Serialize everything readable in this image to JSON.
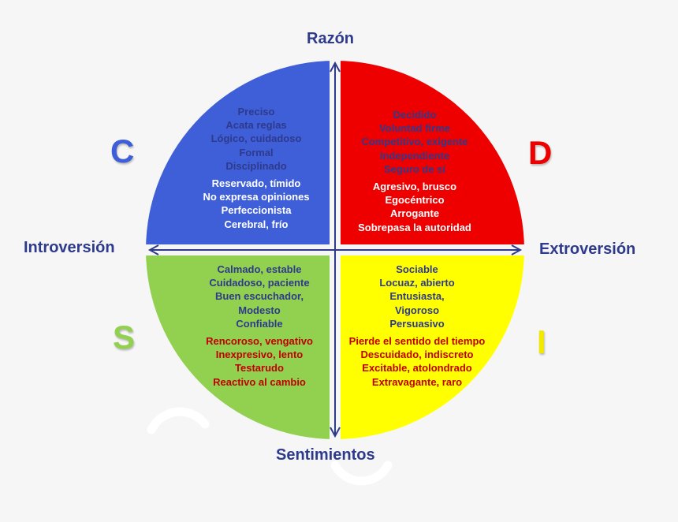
{
  "axes": {
    "top": "Razón",
    "bottom": "Sentimientos",
    "left": "Introversión",
    "right": "Extroversión"
  },
  "letters": {
    "c": "C",
    "d": "D",
    "s": "S",
    "i": "I"
  },
  "colors": {
    "c_quadrant": "#3f5fd8",
    "d_quadrant": "#ee0000",
    "s_quadrant": "#92d050",
    "i_quadrant": "#ffff00",
    "axis_text": "#2e3a8c",
    "letter_c": "#3f5fd8",
    "letter_d": "#ee0000",
    "letter_s": "#92d050",
    "letter_i": "#f2e800"
  },
  "quadrants": {
    "c": {
      "traits": [
        "Preciso",
        "Acata reglas",
        "Lógico, cuidadoso",
        "Formal",
        "Disciplinado"
      ],
      "weaknesses": [
        "Reservado, tímido",
        "No expresa opiniones",
        "Perfeccionista",
        "Cerebral, frío"
      ]
    },
    "d": {
      "traits": [
        "Decidido",
        "Voluntad firme",
        "Competitivo, exigente",
        "Independiente",
        "Seguro de sí"
      ],
      "weaknesses": [
        "Agresivo, brusco",
        "Egocéntrico",
        "Arrogante",
        "Sobrepasa la autoridad"
      ]
    },
    "s": {
      "traits": [
        "Calmado, estable",
        "Cuidadoso, paciente",
        "Buen escuchador,",
        "Modesto",
        "Confiable"
      ],
      "weaknesses": [
        "Rencoroso, vengativo",
        "Inexpresivo, lento",
        "Testarudo",
        "Reactivo al cambio"
      ]
    },
    "i": {
      "traits": [
        "Sociable",
        "Locuaz, abierto",
        "Entusiasta,",
        "Vigoroso",
        "Persuasivo"
      ],
      "weaknesses": [
        "Pierde el sentido del tiempo",
        "Descuidado, indiscreto",
        "Excitable, atolondrado",
        "Extravagante, raro"
      ]
    }
  }
}
